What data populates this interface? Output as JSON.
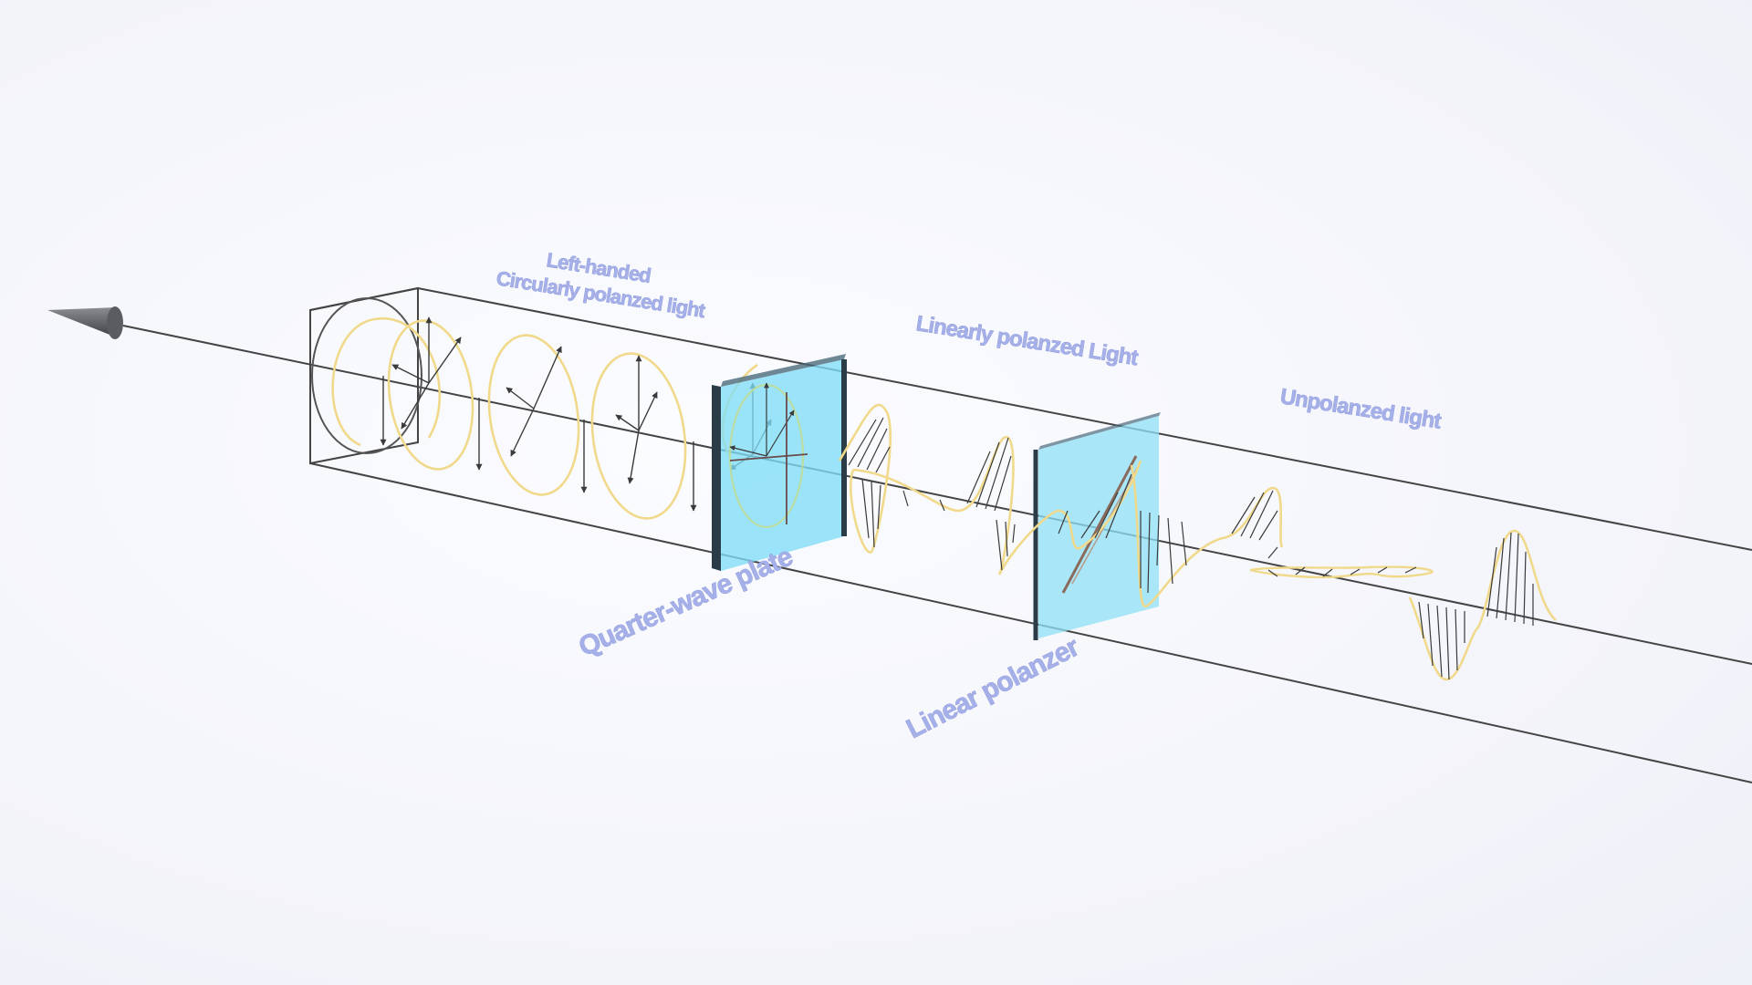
{
  "labels": {
    "left_handed": "Left-handed",
    "circular": "Circularly polanzed light",
    "linear_light": "Linearly polanzed Light",
    "unpolarized": "Unpolanzed light",
    "quarter_wave": "Quarter-wave plate",
    "linear_polarizer": "Linear polanzer"
  },
  "colors": {
    "background": "#f6f7fc",
    "wave": "#f3dc8e",
    "plate": "#7fdcf6",
    "plate_edge": "#2a3c48",
    "line": "#4a4a4a",
    "label": "#a6b0e8"
  },
  "icons": {
    "source": "light-source-cone-icon"
  }
}
